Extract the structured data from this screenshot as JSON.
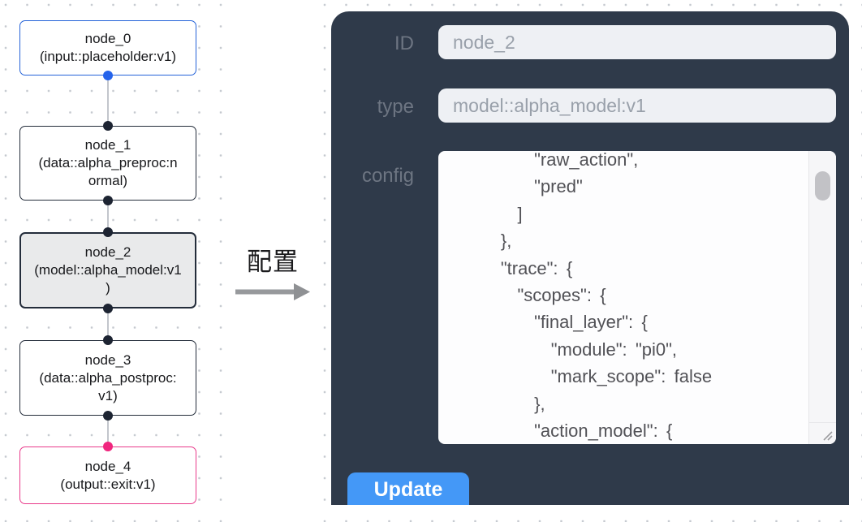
{
  "graph": {
    "nodes": [
      {
        "id": "node_0",
        "title": "node_0",
        "subtitle_lines": [
          "(input::placeholder:v1)"
        ],
        "accent": "#2563d8",
        "selected": false
      },
      {
        "id": "node_1",
        "title": "node_1",
        "subtitle_lines": [
          "(data::alpha_preproc:n",
          "ormal)"
        ],
        "accent": "#242d3b",
        "selected": false
      },
      {
        "id": "node_2",
        "title": "node_2",
        "subtitle_lines": [
          "(model::alpha_model:v1",
          ")"
        ],
        "accent": "#242d3b",
        "selected": true
      },
      {
        "id": "node_3",
        "title": "node_3",
        "subtitle_lines": [
          "(data::alpha_postproc:",
          "v1)"
        ],
        "accent": "#242d3b",
        "selected": false
      },
      {
        "id": "node_4",
        "title": "node_4",
        "subtitle_lines": [
          "(output::exit:v1)"
        ],
        "accent": "#e93a8b",
        "selected": false
      }
    ]
  },
  "transfer": {
    "label": "配置",
    "arrow_icon": "arrow-right-icon"
  },
  "panel": {
    "fields": {
      "id": {
        "label": "ID",
        "value": "node_2"
      },
      "type": {
        "label": "type",
        "value": "model::alpha_model:v1"
      },
      "config": {
        "label": "config",
        "lines": [
          "          \"raw_action\",",
          "          \"pred\"",
          "        ]",
          "      },",
          "      \"trace\": {",
          "        \"scopes\": {",
          "          \"final_layer\": {",
          "            \"module\": \"pi0\",",
          "            \"mark_scope\": false",
          "          },",
          "          \"action_model\": {"
        ]
      }
    },
    "update_button": {
      "label": "Update"
    }
  },
  "colors": {
    "panel_bg": "#2f3a4a",
    "field_label": "#6d7582",
    "input_bg": "#eef0f4",
    "input_text": "#99a0aa",
    "update_button_bg": "#4498f7",
    "node_input_accent": "#2563d8",
    "node_default_border": "#242d3b",
    "node_selected_fill": "#e9eaeb",
    "node_output_accent": "#e93a8b",
    "edge_line": "#c3c6cc",
    "canvas_dot": "#c5c9cf"
  }
}
